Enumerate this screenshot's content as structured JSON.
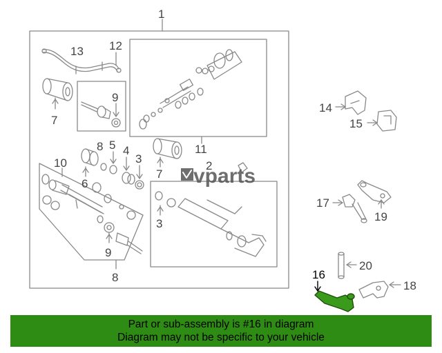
{
  "diagram": {
    "callouts": {
      "c1": "1",
      "c2": "2",
      "c3a": "3",
      "c3b": "3",
      "c4": "4",
      "c5": "5",
      "c6": "6",
      "c7a": "7",
      "c7b": "7",
      "c8a": "8",
      "c8b": "8",
      "c9a": "9",
      "c9b": "9",
      "c10": "10",
      "c11": "11",
      "c12": "12",
      "c13": "13",
      "c14": "14",
      "c15": "15",
      "c16": "16",
      "c17": "17",
      "c18": "18",
      "c19": "19",
      "c20": "20"
    },
    "highlighted_part": "16",
    "highlight_color": "#2e8b14",
    "line_color": "#888888"
  },
  "watermark": {
    "text": "vparts"
  },
  "footer": {
    "line1": "Part or sub-assembly is #16 in diagram",
    "line2": "Diagram may not be specific to your vehicle",
    "background": "#2e8b14"
  }
}
